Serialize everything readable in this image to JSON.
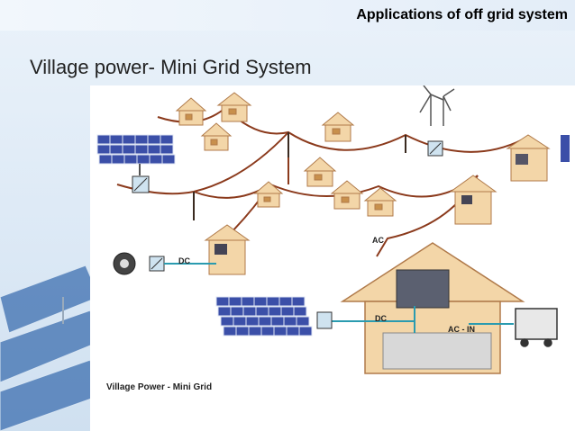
{
  "header": {
    "title": "Applications of off grid system"
  },
  "slide": {
    "title": "Village power- Mini Grid System"
  },
  "diagram": {
    "caption": "Village Power - Mini Grid",
    "labels": {
      "dc_top": "DC",
      "ac": "AC",
      "dc_bottom": "DC",
      "ac_in": "AC - IN"
    }
  },
  "colors": {
    "wire": "#8b3a1c",
    "dc_line": "#2a9bb0",
    "house": "#f3d6a8",
    "panel": "#3b4fa8"
  }
}
